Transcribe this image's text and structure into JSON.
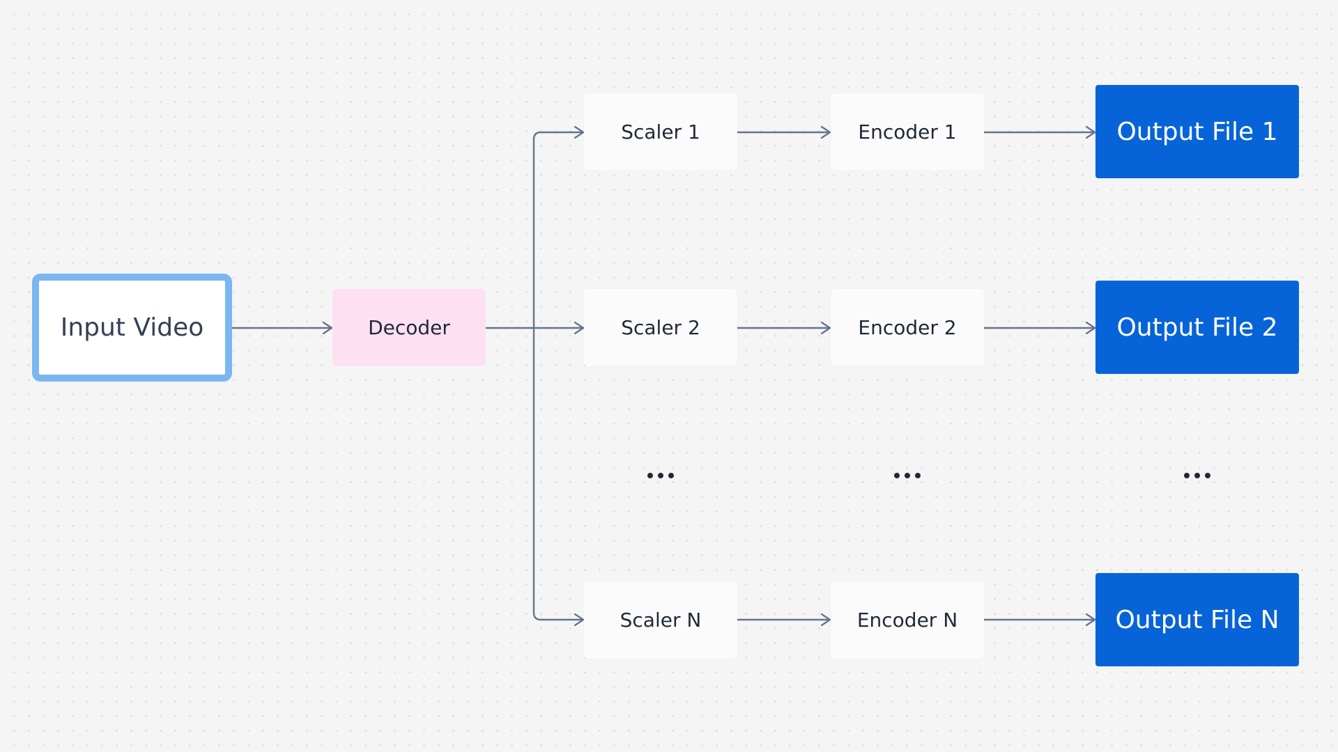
{
  "nodes": {
    "input": "Input Video",
    "decoder": "Decoder",
    "scaler_1": "Scaler 1",
    "scaler_2": "Scaler 2",
    "scaler_n": "Scaler N",
    "encoder_1": "Encoder 1",
    "encoder_2": "Encoder 2",
    "encoder_n": "Encoder N",
    "output_1": "Output File 1",
    "output_2": "Output File 2",
    "output_n": "Output File N"
  },
  "colors": {
    "background": "#f5f5f5",
    "input_border": "#7bb6f2",
    "decoder_fill": "#fde0f1",
    "stage_fill": "#fbfbfb",
    "output_fill": "#0764d8",
    "connector": "#64748b"
  }
}
